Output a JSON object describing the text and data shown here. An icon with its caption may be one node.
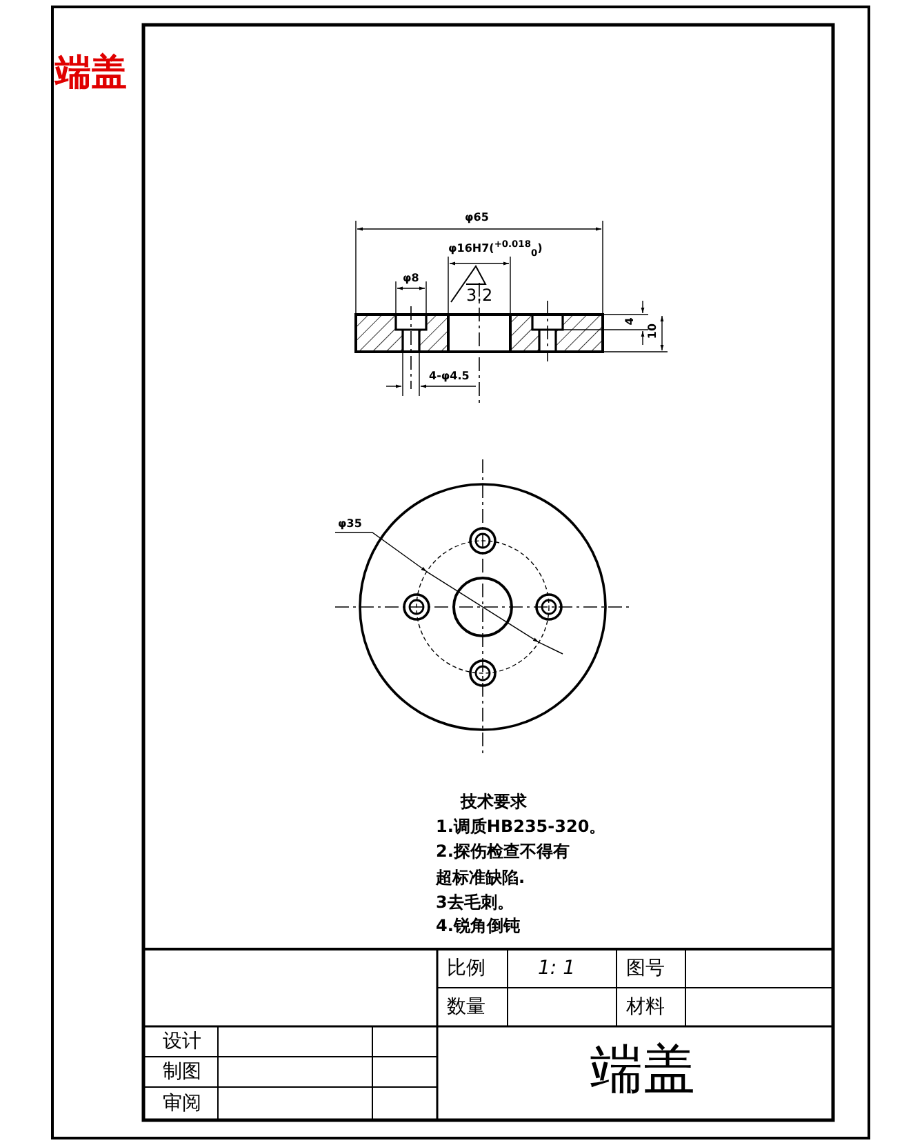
{
  "diagram": {
    "title": "端盖",
    "labels": [
      "φ65",
      "φ16H7($^{+0.018}$$_{0}$)",
      "φ8",
      "3.2",
      "4",
      "10",
      "4-φ4.5",
      "φ35",
      "技术要求",
      "1.调质HB235-320。",
      "2.探伤检查不得有超标准缺陷.",
      "3去毛刺。",
      "4.锐角倒钝",
      "比例",
      "1: 1",
      "图号",
      "数量",
      "材料",
      "设计",
      "制图",
      "审阅",
      "端盖"
    ]
  }
}
